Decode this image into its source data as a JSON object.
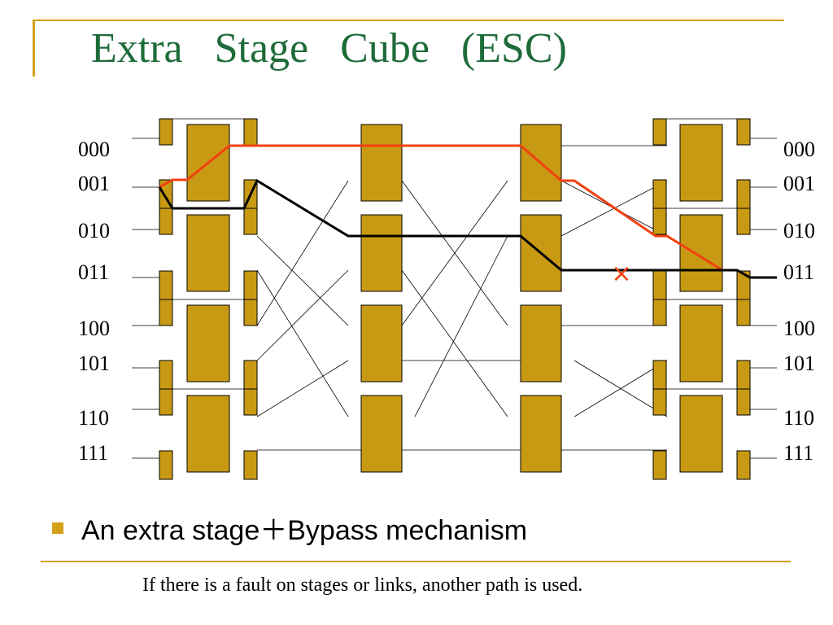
{
  "title": "Extra   Stage   Cube   (ESC)",
  "port_labels": [
    "000",
    "001",
    "010",
    "011",
    "100",
    "101",
    "110",
    "111"
  ],
  "fault_marker": "×",
  "bullet": "An extra stage＋Bypass mechanism",
  "footer": "If there is a fault on stages or links, another path is used.",
  "colors": {
    "title": "#1e6b3a",
    "accent_rule": "#d4a017",
    "switch_fill": "#c89a14",
    "path_primary": "#000000",
    "path_alternate": "#f04010",
    "fault": "#f04010"
  }
}
